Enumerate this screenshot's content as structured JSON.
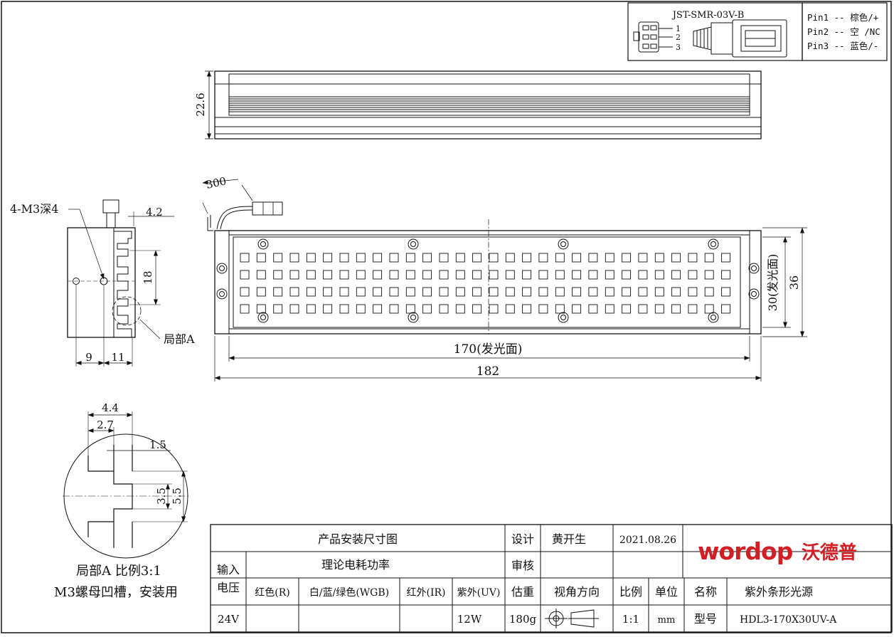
{
  "connector": {
    "model": "JST-SMR-03V-B",
    "pin_numbers": [
      "1",
      "2",
      "3"
    ],
    "pins": [
      "Pin1 -- 棕色/+",
      "Pin2 -- 空 /NC",
      "Pin3 -- 蓝色/-"
    ]
  },
  "dimensions": {
    "side_height": "22.6",
    "cable_length": "300",
    "total_length": "182",
    "emitting_length": "170(发光面)",
    "emitting_width": "30(发光面)",
    "total_width": "36",
    "screw_label": "4-M3深4",
    "slot_offset": "4.2",
    "slot_pitch": "18",
    "end_left": "9",
    "end_right": "11",
    "detail_ref": "局部A"
  },
  "detail": {
    "dim_4_4": "4.4",
    "dim_2_7": "2.7",
    "dim_1_5": "1.5",
    "dim_3_5": "3.5",
    "dim_5_5": "5.5",
    "caption_line1": "局部A 比例3:1",
    "caption_line2": "M3螺母凹槽，安装用"
  },
  "title_block": {
    "drawing_title": "产品安装尺寸图",
    "design_label": "设计",
    "designer": "黄开生",
    "date": "2021.08.26",
    "power_title": "理论电耗功率",
    "review_label": "审核",
    "voltage_label_1": "输入",
    "voltage_label_2": "电压",
    "col_red": "红色(R)",
    "col_wgb": "白/蓝/绿色(WGB)",
    "col_ir": "红外(IR)",
    "col_uv": "紫外(UV)",
    "weight_label": "估重",
    "view_label": "视角方向",
    "scale_label": "比例",
    "unit_label": "单位",
    "name_label": "名称",
    "name_value": "紫外条形光源",
    "voltage_value": "24V",
    "uv_power": "12W",
    "weight_value": "180g",
    "scale_value": "1:1",
    "unit_value": "mm",
    "model_label": "型号",
    "model_value": "HDL3-170X30UV-A",
    "brand_en": "wordop",
    "brand_cn": "沃德普",
    "brand_color": "#d21f26"
  }
}
